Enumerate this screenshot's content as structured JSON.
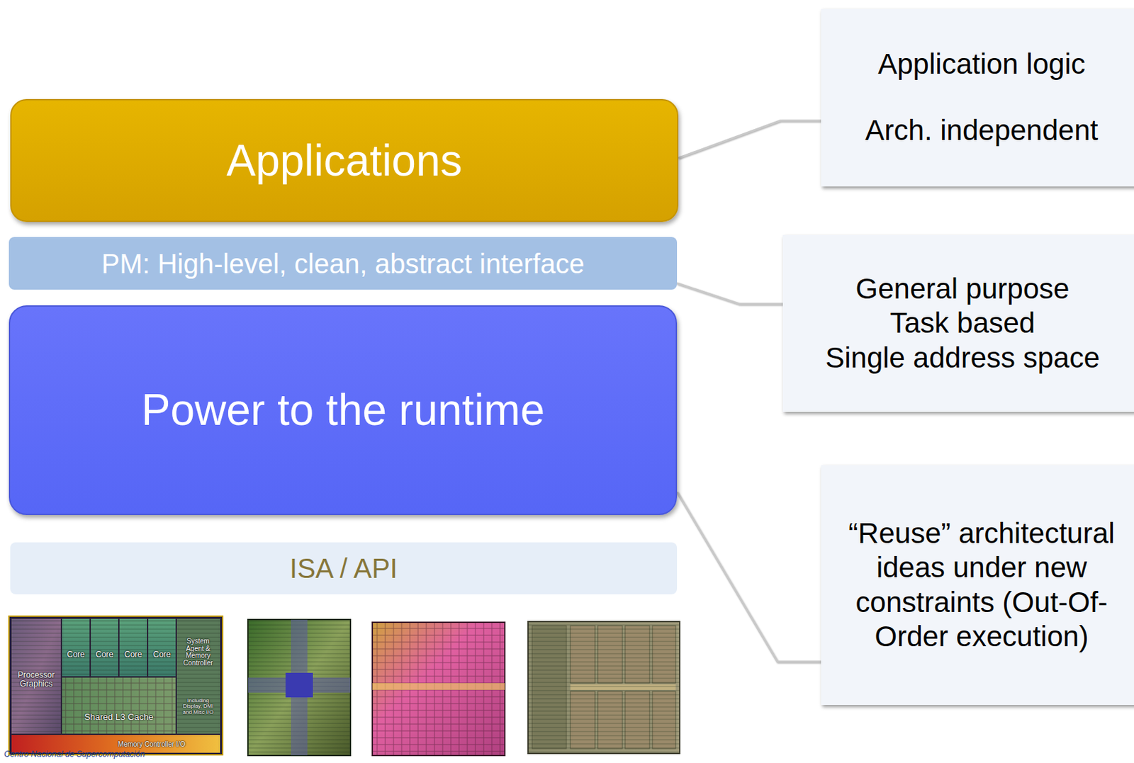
{
  "diagram": {
    "nodes": [
      {
        "text": [
          "Applications"
        ]
      },
      {
        "text": [
          "Application logic",
          "Arch. independent"
        ]
      },
      {
        "text": [
          "PM: High-level, clean, abstract interface"
        ]
      },
      {
        "text": [
          "General purpose",
          "Task based",
          "Single address space"
        ]
      },
      {
        "text": [
          "Power to the runtime"
        ]
      },
      {
        "text": [
          "“Reuse” architectural ideas under new constraints (Out-Of-Order execution)"
        ]
      },
      {
        "text": [
          "ISA / API"
        ]
      }
    ],
    "edges": [
      {
        "from": 0,
        "to": 1,
        "arrow": "none"
      },
      {
        "from": 2,
        "to": 3,
        "arrow": "none"
      },
      {
        "from": 4,
        "to": 5,
        "arrow": "none"
      }
    ],
    "labels": [
      "Processor Graphics",
      "Core",
      "Core",
      "Core",
      "Core",
      "System Agent & Memory Controller",
      "Including Display, DMI and Misc I/O",
      "Shared L3 Cache",
      "Memory Controller I/O",
      "Centro Nacional de Supercomputación"
    ]
  }
}
